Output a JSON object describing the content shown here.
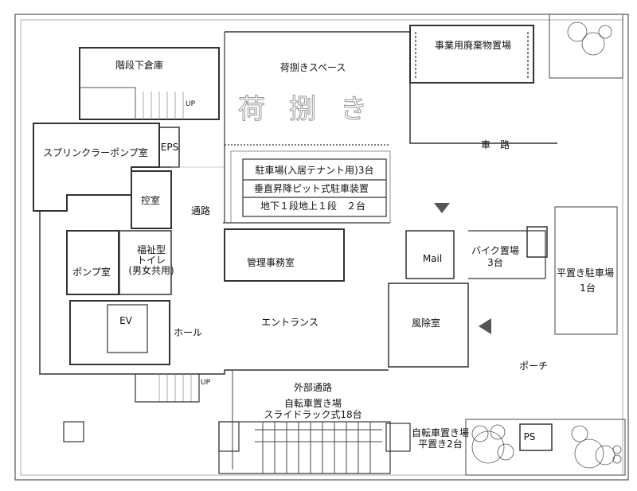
{
  "rooms": {
    "stair_storage": "階段下倉庫",
    "up_upper": "UP",
    "loading_space": "荷捌きスペース",
    "loading_floor_marking": "荷捌き",
    "waste_storage": "事業用廃棄物置場",
    "driveway": "車路",
    "sprinkler_pump_room": "スプリンクラーポンプ室",
    "eps": "EPS",
    "waiting_room": "控室",
    "corridor": "通路",
    "parking_line1": "駐車場(入居テナント用)3台",
    "parking_line2": "垂直昇降ピット式駐車装置",
    "parking_line3": "地下１段地上１段　２台",
    "toilet_line1": "福祉型",
    "toilet_line2": "トイレ",
    "toilet_line3": "(男女共用)",
    "pump_room": "ポンプ室",
    "management_office": "管理事務室",
    "mail": "Mail",
    "bike_line1": "バイク置場",
    "bike_line2": "3台",
    "flat_parking_line1": "平置き駐車場",
    "flat_parking_line2": "1台",
    "ev": "EV",
    "hall": "ホール",
    "entrance": "エントランス",
    "windbreak_room": "風除室",
    "porch": "ポーチ",
    "up_lower": "UP",
    "outer_passage": "外部通路",
    "bicycle_rack_line1": "自転車置き場",
    "bicycle_rack_line2": "スライドラック式18台",
    "bicycle_flat_line1": "自転車置き場",
    "bicycle_flat_line2": "平置き2台",
    "ps": "PS"
  }
}
